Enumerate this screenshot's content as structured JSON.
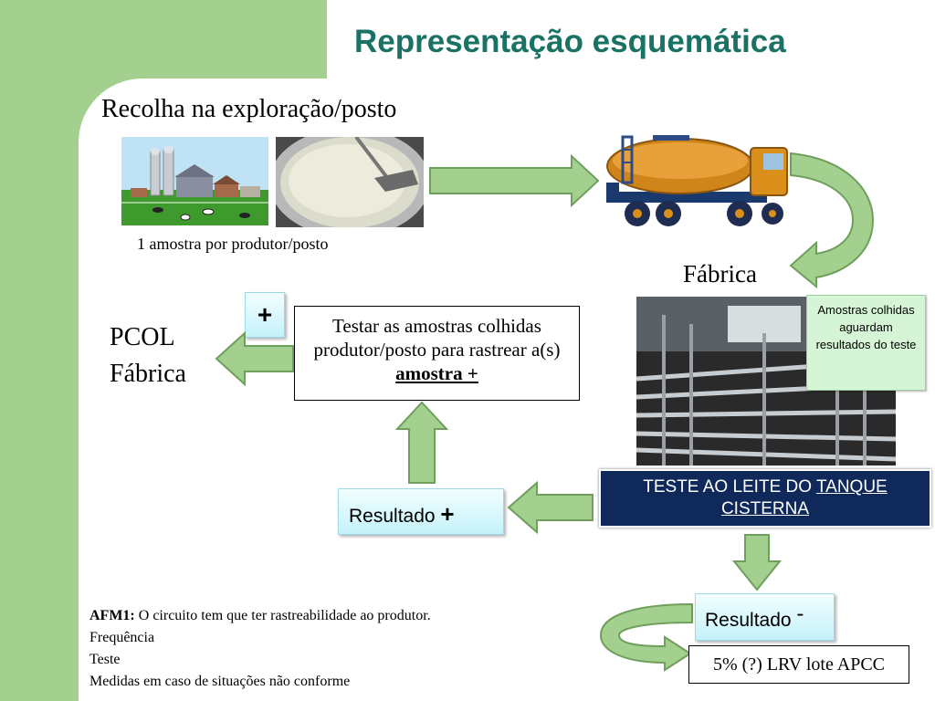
{
  "title": "Representação esquemática",
  "collection_heading": "Recolha na exploração/posto",
  "sample_caption": "1 amostra por produtor/posto",
  "factory_label": "Fábrica",
  "pcol_label_line1": "PCOL",
  "pcol_label_line2": "Fábrica",
  "plus_symbol": "+",
  "test_box": {
    "text": "Testar as amostras colhidas produtor/posto para rastrear a(s)",
    "emphasis": "amostra +"
  },
  "waiting_box": "Amostras colhidas aguardam resultados do teste",
  "tank_test": {
    "text": "TESTE AO LEITE DO",
    "underlined": "TANQUE CISTERNA"
  },
  "result_positive": {
    "label": "Resultado",
    "sign": "+"
  },
  "result_negative": {
    "label": "Resultado",
    "sign": "-"
  },
  "lrv_box": "5% (?) LRV lote APCC",
  "notes": {
    "afm_label": "AFM1:",
    "afm_text": "O circuito tem que ter rastreabilidade ao produtor.",
    "line2": "Frequência",
    "line3": "Teste",
    "line4": "Medidas em caso de situações não conforme"
  },
  "colors": {
    "title": "#1a7264",
    "arrow_fill": "#a3cf8f",
    "arrow_stroke": "#6f9f5c",
    "navy_box": "#0f2a5a",
    "side_bar": "#a3cf8f"
  },
  "icons": [
    "farm-image",
    "milk-vat-image",
    "tanker-truck-image",
    "factory-pipes-image"
  ]
}
